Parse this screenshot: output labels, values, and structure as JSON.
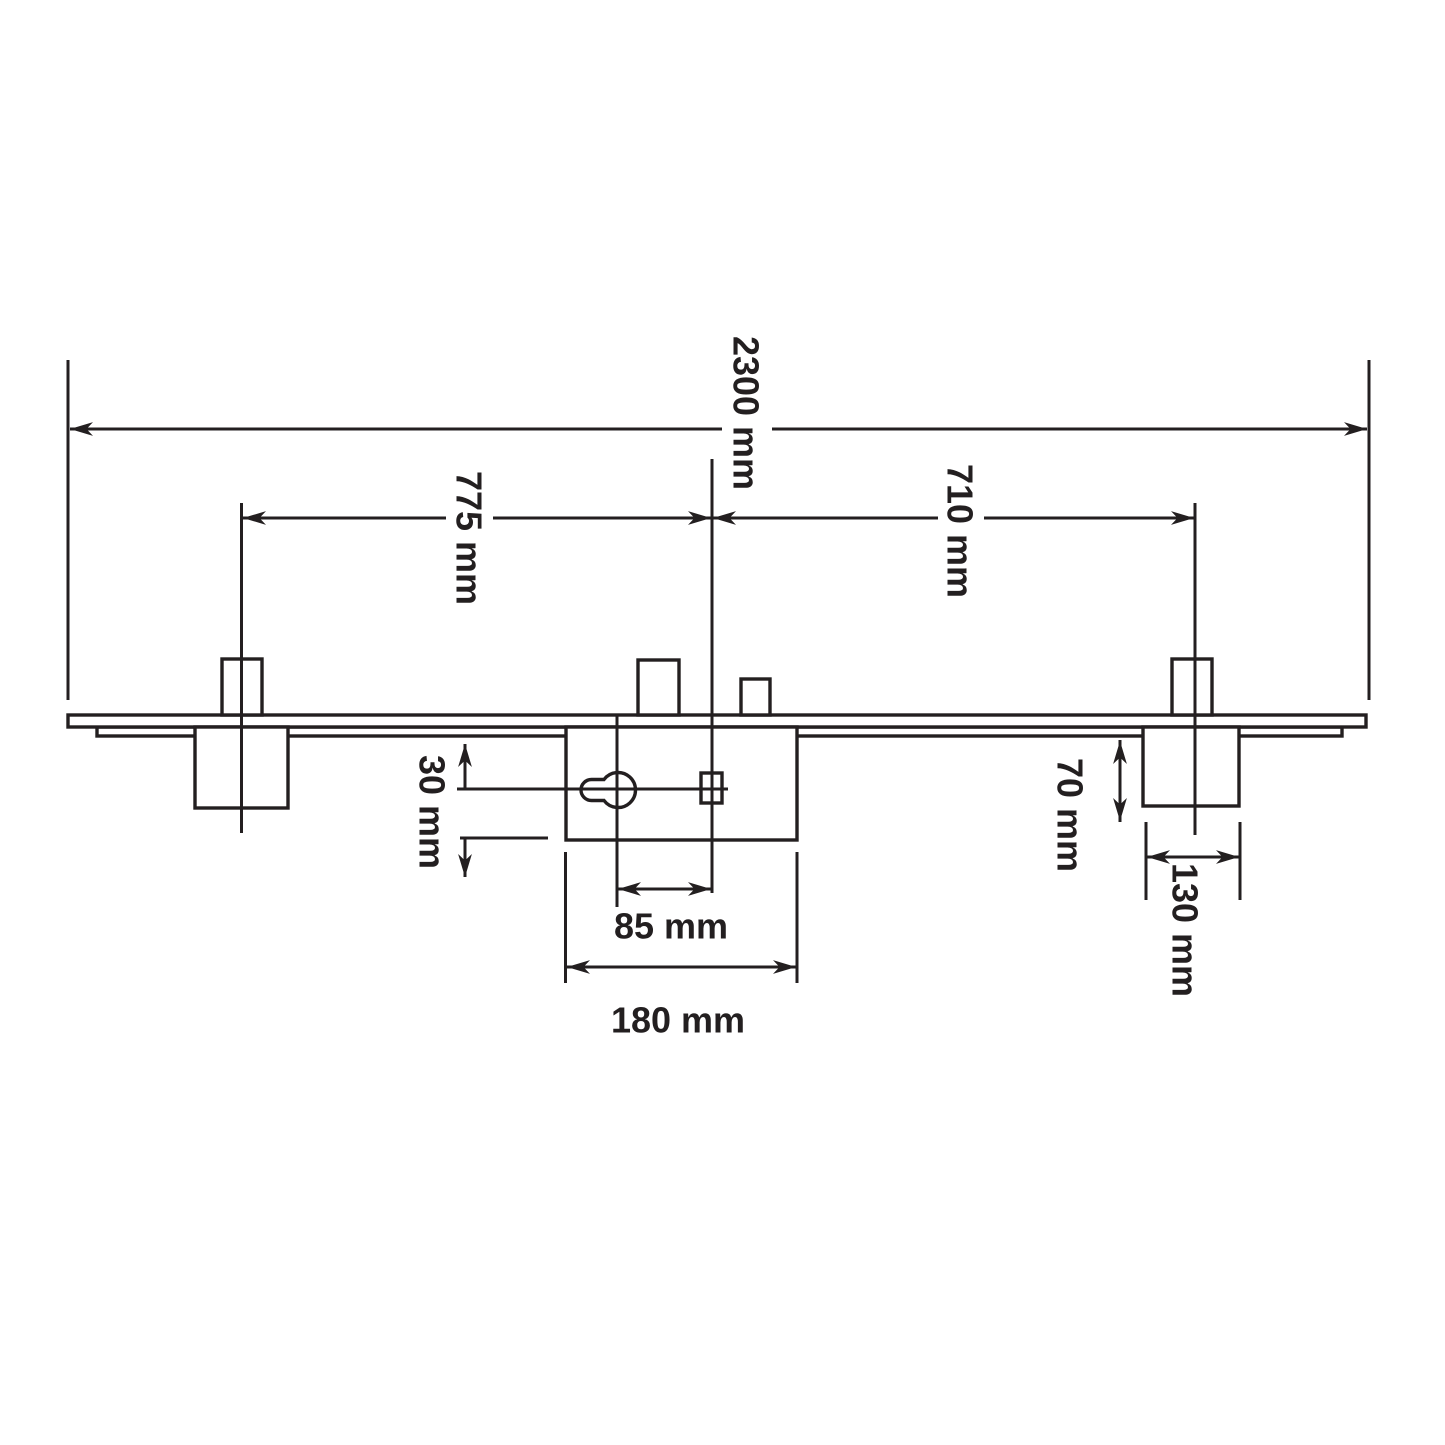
{
  "page": {
    "colors": {
      "line": "#231f20",
      "background": "#ffffff"
    }
  },
  "diagram": {
    "type": "technical-dimension-drawing",
    "unit": "mm",
    "dimensions": {
      "d2300": "2300 mm",
      "d775": "775 mm",
      "d710": "710 mm",
      "d30": "30 mm",
      "d70": "70 mm",
      "d130": "130 mm",
      "d85": "85 mm",
      "d180": "180 mm"
    },
    "dimension_values": {
      "overall_length_mm": 2300,
      "left_bolt_to_centre_mm": 775,
      "centre_to_right_bolt_mm": 710,
      "centreline_offset_mm": 30,
      "bolt_projection_mm": 70,
      "right_bolt_body_width_mm": 130,
      "keyhole_to_spindle_mm": 85,
      "lock_case_width_mm": 180
    }
  }
}
